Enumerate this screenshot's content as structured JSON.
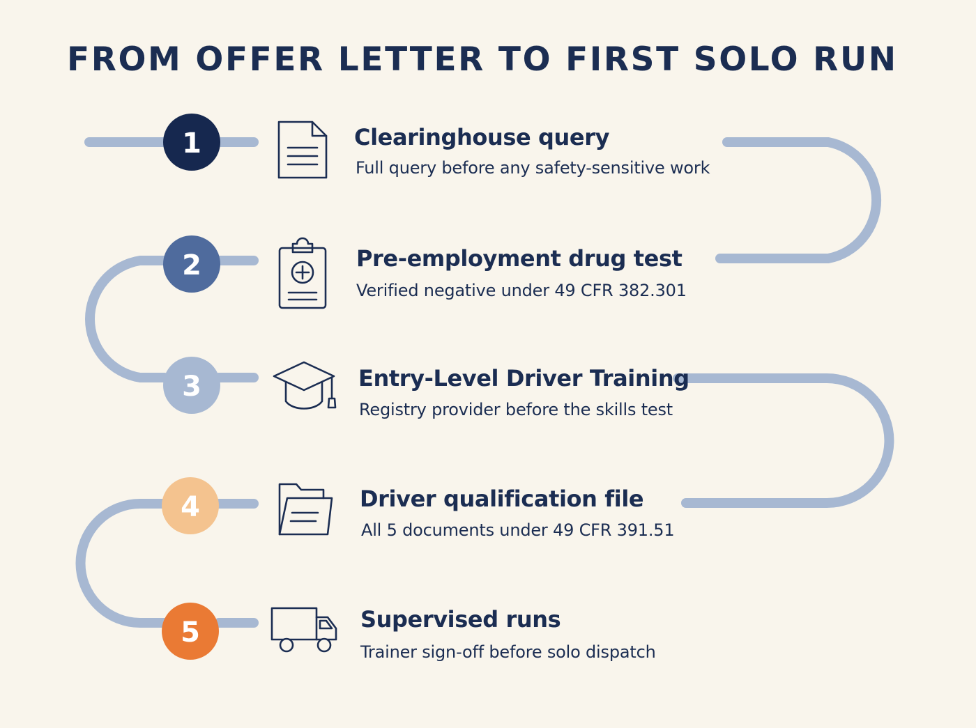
{
  "title": "FROM OFFER LETTER TO FIRST SOLO RUN",
  "colors": {
    "background": "#f9f5ec",
    "text": "#1b2d52",
    "connector": "#a7b8d2"
  },
  "steps": [
    {
      "number": "1",
      "title": "Clearinghouse query",
      "description": "Full query before any safety-sensitive work",
      "icon": "document-icon",
      "color": "#16284f",
      "number_color": "#ffffff"
    },
    {
      "number": "2",
      "title": "Pre-employment drug test",
      "description": "Verified negative under 49 CFR 382.301",
      "icon": "clipboard-medical-icon",
      "color": "#4f6b9d",
      "number_color": "#ffffff"
    },
    {
      "number": "3",
      "title": "Entry-Level Driver Training",
      "description": "Registry provider before the skills test",
      "icon": "graduation-cap-icon",
      "color": "#a7b8d2",
      "number_color": "#ffffff"
    },
    {
      "number": "4",
      "title": "Driver qualification  file",
      "description": "All 5 documents under 49 CFR 391.51",
      "icon": "folder-icon",
      "color": "#f4c38f",
      "number_color": "#ffffff"
    },
    {
      "number": "5",
      "title": "Supervised runs",
      "description": "Trainer sign-off before solo dispatch",
      "icon": "truck-icon",
      "color": "#ea7a34",
      "number_color": "#ffffff"
    }
  ]
}
